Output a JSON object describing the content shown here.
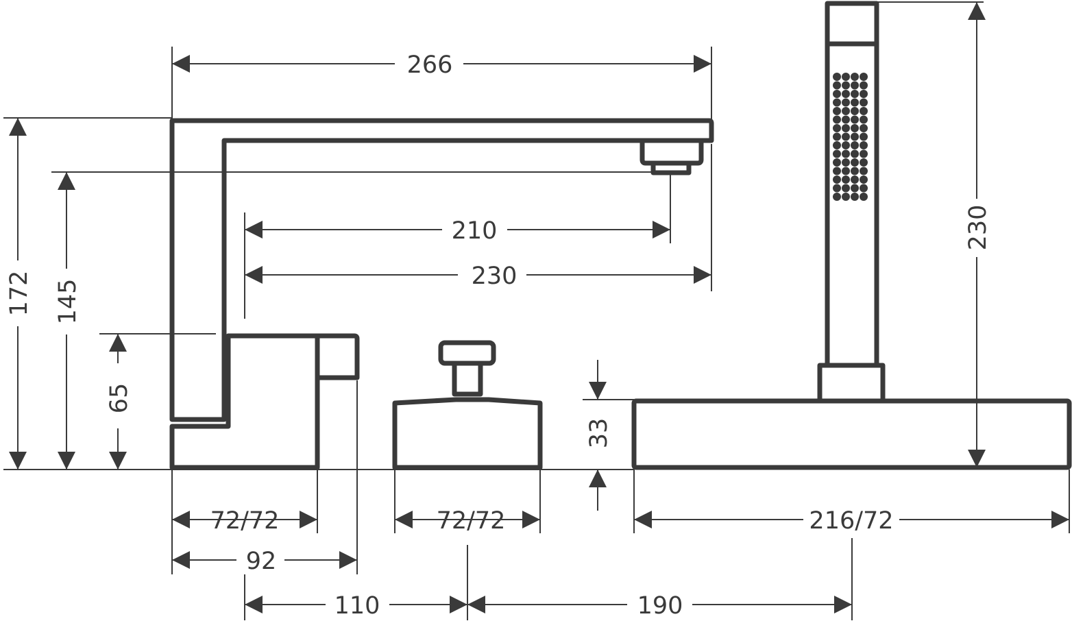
{
  "dimensions": {
    "spout_length": "266",
    "spout_reach_210": "210",
    "spout_reach_230": "230",
    "total_height": "172",
    "outlet_height": "145",
    "mixer_height": "65",
    "plate_height": "33",
    "shower_height": "230",
    "mixer_base": "72/72",
    "mixer_depth": "92",
    "valve_base": "72/72",
    "plate_base": "216/72",
    "spacing_left": "110",
    "spacing_right": "190"
  }
}
